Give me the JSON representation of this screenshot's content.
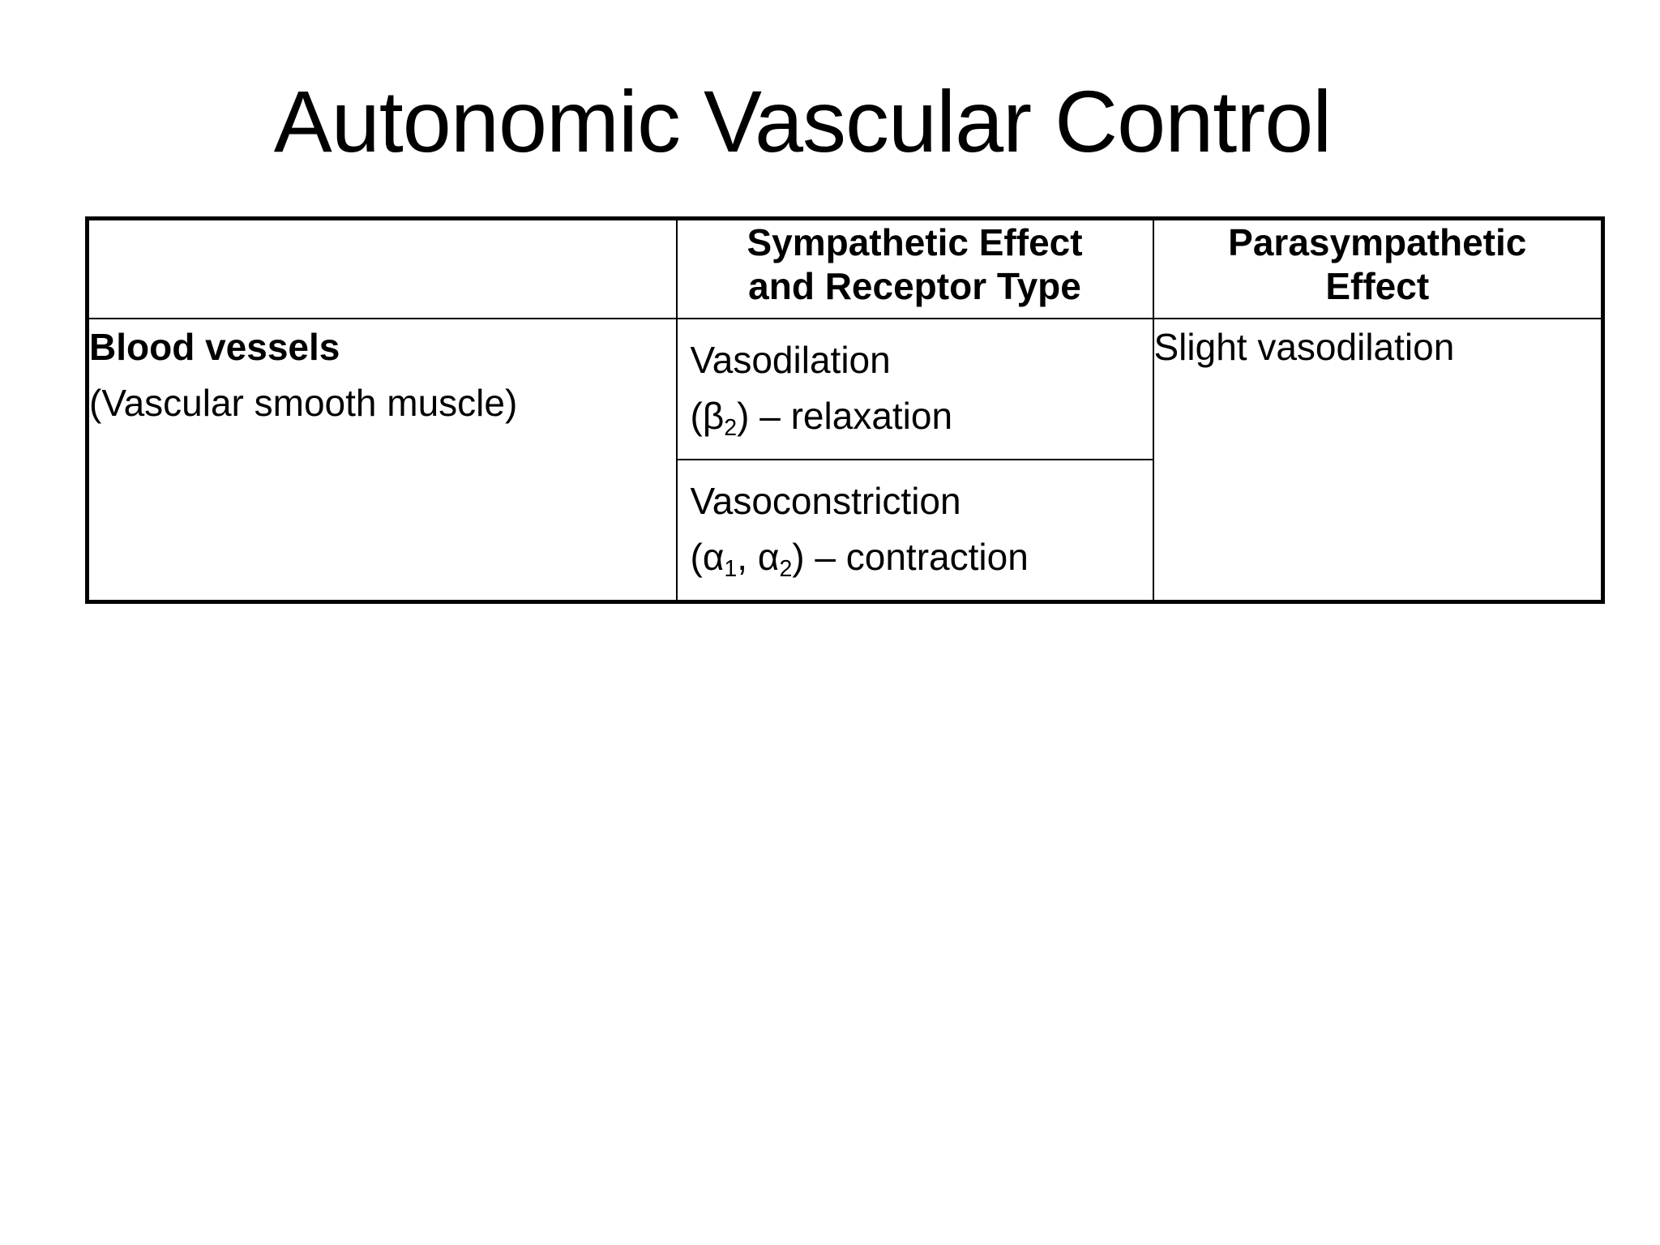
{
  "slide": {
    "title": "Autonomic Vascular Control",
    "background_color": "#FFFFFF",
    "text_color": "#000000",
    "border_color": "#000000"
  },
  "table": {
    "headers": {
      "row_label": "",
      "sympathetic": "Sympathetic Effect and Receptor Type",
      "sympathetic_line1": "Sympathetic Effect",
      "sympathetic_line2": "and Receptor Type",
      "parasympathetic": "Parasympathetic Effect",
      "parasympathetic_line1": "Parasympathetic",
      "parasympathetic_line2": "Effect"
    },
    "rows": [
      {
        "label_bold": "Blood vessels",
        "label_sub": "(Vascular smooth muscle)",
        "sympathetic_effects": [
          {
            "effect": "Vasodilation",
            "receptor_prefix": "(",
            "receptor_symbol": "β",
            "receptor_subscript": "2",
            "receptor_suffix": ") – relaxation"
          },
          {
            "effect": "Vasoconstriction",
            "receptor_prefix": "(",
            "receptor_symbol_1": "α",
            "receptor_subscript_1": "1",
            "receptor_separator": ", ",
            "receptor_symbol_2": "α",
            "receptor_subscript_2": "2",
            "receptor_suffix": ") – contraction"
          }
        ],
        "parasympathetic_effect": "Slight vasodilation"
      }
    ]
  }
}
